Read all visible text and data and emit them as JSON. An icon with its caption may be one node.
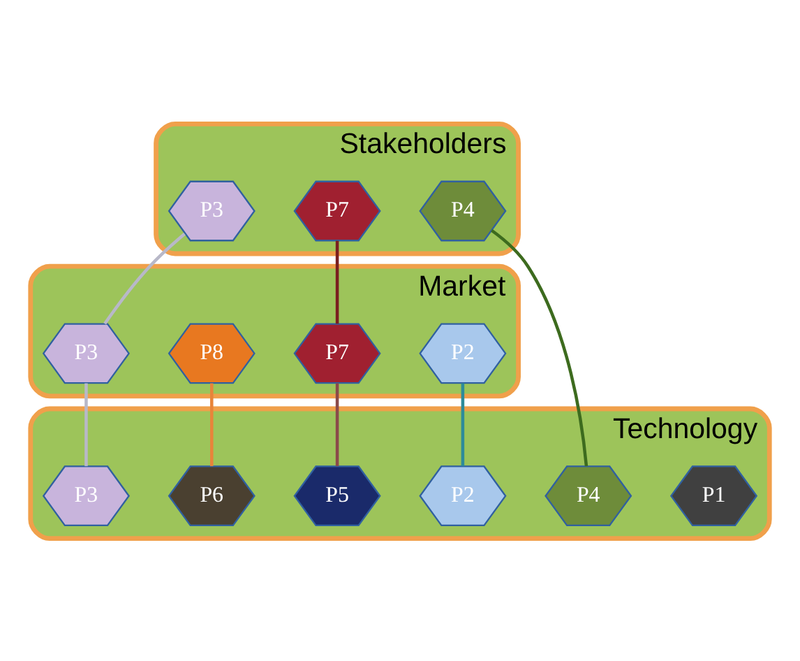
{
  "diagram": {
    "nodes": [
      {
        "text": [
          "Stakeholders"
        ]
      },
      {
        "text": [
          "P7"
        ],
        "in": 0
      },
      {
        "text": [
          "P4"
        ],
        "in": 0
      },
      {
        "text": [
          "P3"
        ],
        "in": 0
      },
      {
        "text": [
          "Market"
        ]
      },
      {
        "text": [
          "P2"
        ],
        "in": 4
      },
      {
        "text": [
          "P7"
        ],
        "in": 4
      },
      {
        "text": [
          "P8"
        ],
        "in": 4
      },
      {
        "text": [
          "P3"
        ],
        "in": 4
      },
      {
        "text": [
          "Technology"
        ]
      },
      {
        "text": [
          "P1"
        ],
        "in": 9
      },
      {
        "text": [
          "P4"
        ],
        "in": 9
      },
      {
        "text": [
          "P6"
        ],
        "in": 9
      },
      {
        "text": [
          "P2"
        ],
        "in": 9
      },
      {
        "text": [
          "P5"
        ],
        "in": 9
      },
      {
        "text": [
          "P3"
        ],
        "in": 9
      }
    ],
    "edges": [
      {
        "from": 3,
        "to": 8,
        "arrow": "none",
        "color": "#b8b8c8"
      },
      {
        "from": 2,
        "to": 11,
        "arrow": "none",
        "color": "#3d6b1e"
      },
      {
        "from": 1,
        "to": 6,
        "arrow": "none",
        "color": "#7a1f1f"
      },
      {
        "from": 5,
        "to": 13,
        "arrow": "none",
        "color": "#2e8b9a"
      },
      {
        "from": 8,
        "to": 15,
        "arrow": "none",
        "color": "#b8b8c8"
      },
      {
        "from": 6,
        "to": 14,
        "arrow": "none",
        "color": "#8b4a4a"
      },
      {
        "from": 7,
        "to": 12,
        "arrow": "none",
        "color": "#e8843a"
      }
    ]
  }
}
